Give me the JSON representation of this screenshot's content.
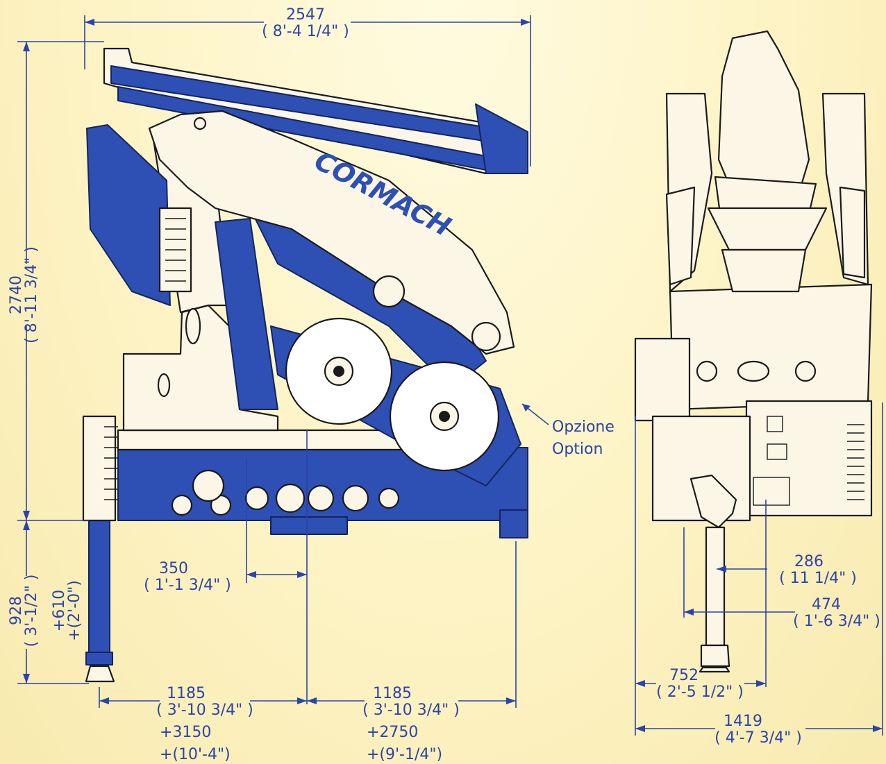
{
  "colors": {
    "background": "#fdf3c4",
    "dimension": "#2b44a8",
    "crane_blue": "#2e4fb3"
  },
  "brand": {
    "logo_text": "CORMACH"
  },
  "annotation": {
    "option_it": "Opzione",
    "option_en": "Option"
  },
  "dimensions": {
    "overall_width": {
      "mm": "2547",
      "imperial": "( 8'-4 1/4\" )"
    },
    "overall_height": {
      "mm": "2740",
      "imperial": "( 8'-11 3/4\" )"
    },
    "column_offset": {
      "mm": "350",
      "imperial": "( 1'-1 3/4\" )"
    },
    "leg_height": {
      "mm": "928",
      "imperial": "( 3'-1/2\" )",
      "extra_mm": "+610",
      "extra_imperial": "+(2'-0\")"
    },
    "left_span": {
      "mm": "1185",
      "imperial": "( 3'-10 3/4\" )",
      "ext_mm": "+3150",
      "ext_imperial": "+(10'-4\")"
    },
    "right_span": {
      "mm": "1185",
      "imperial": "( 3'-10 3/4\" )",
      "ext_mm": "+2750",
      "ext_imperial": "+(9'-1/4\")"
    },
    "side_286": {
      "mm": "286",
      "imperial": "( 11 1/4\" )"
    },
    "side_474": {
      "mm": "474",
      "imperial": "( 1'-6 3/4\" )"
    },
    "side_752": {
      "mm": "752",
      "imperial": "( 2'-5 1/2\" )"
    },
    "side_1419": {
      "mm": "1419",
      "imperial": "( 4'-7 3/4\" )"
    }
  }
}
